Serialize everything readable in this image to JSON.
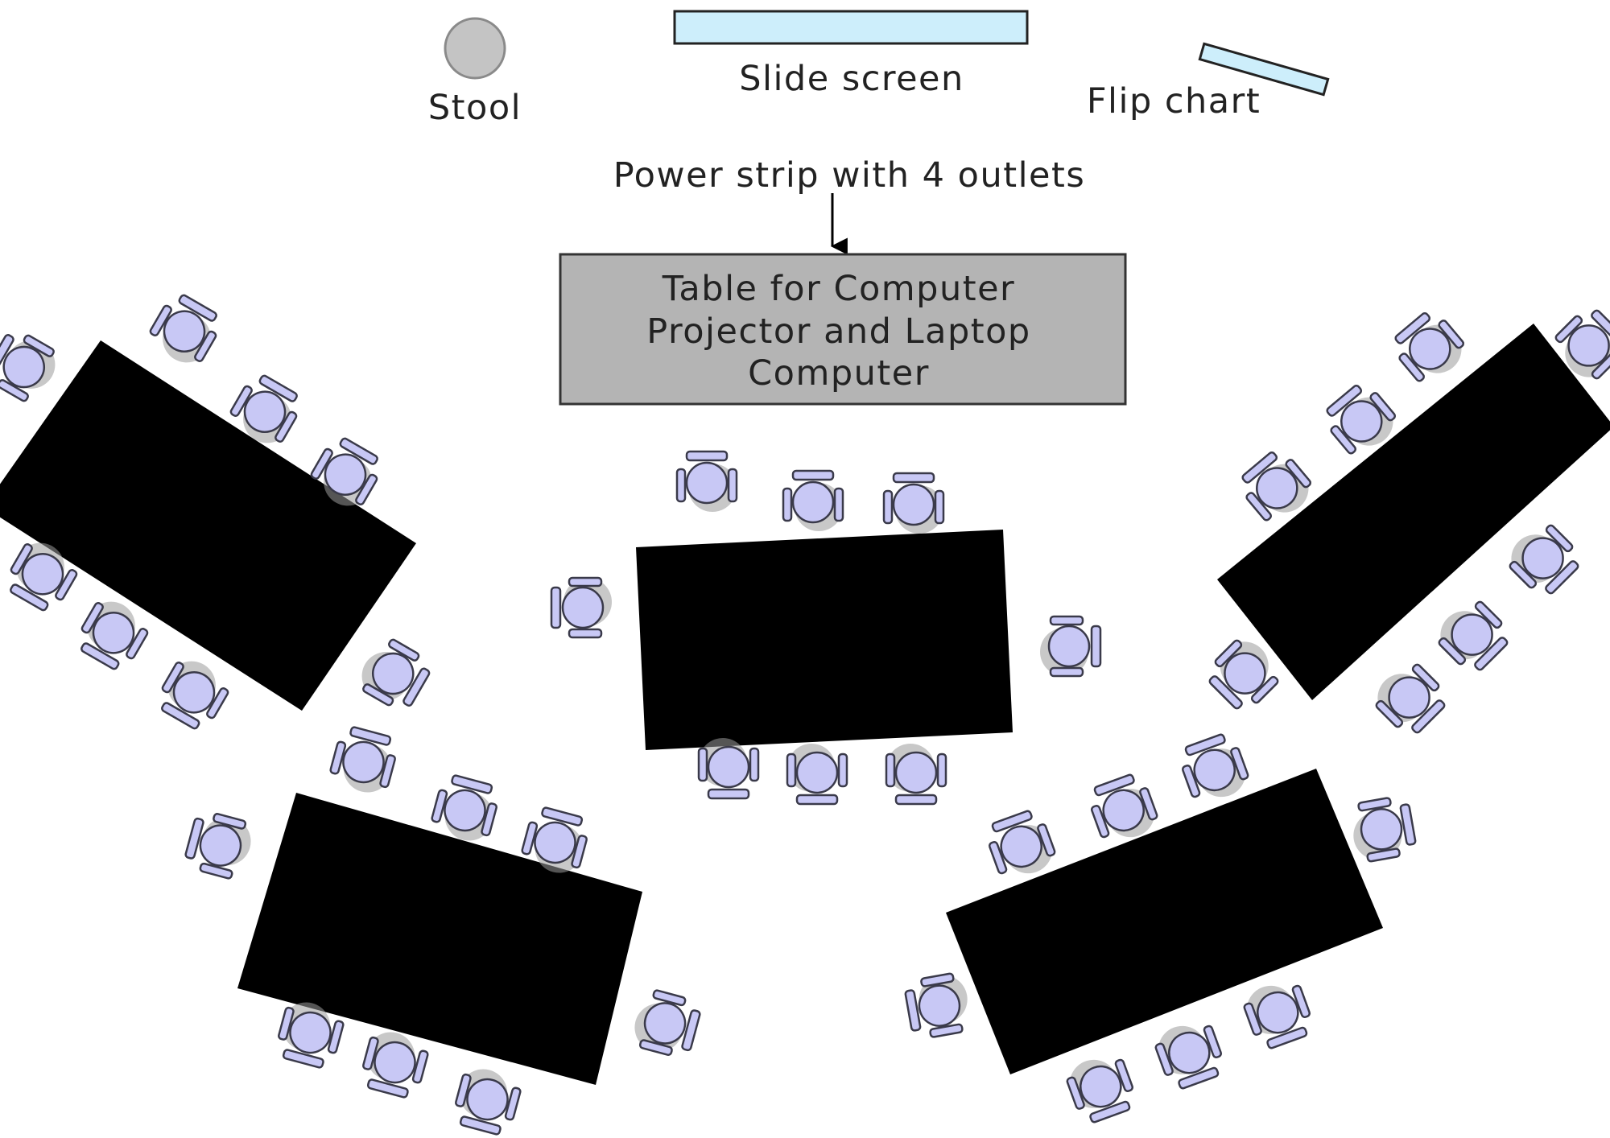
{
  "labels": {
    "stool": "Stool",
    "slide_screen": "Slide screen",
    "flip_chart": "Flip chart",
    "power_strip": "Power strip with 4 outlets",
    "computer_table": [
      "Table for Computer",
      "Projector and Laptop",
      "Computer"
    ]
  },
  "colors": {
    "chair_fill": "#c8c8f5",
    "chair_stroke": "#3a3a4a",
    "chair_shadow": "#9a9a9a",
    "table_fill": "#000000",
    "screen_fill": "#cdeefb",
    "computer_table_fill": "#b4b4b4",
    "stool_fill": "#c4c4c4"
  },
  "icons": {
    "chair": "chair-icon",
    "stool": "stool-icon",
    "arrow": "arrow-down-icon"
  },
  "seating": {
    "tables": 5,
    "chairs": 40
  }
}
